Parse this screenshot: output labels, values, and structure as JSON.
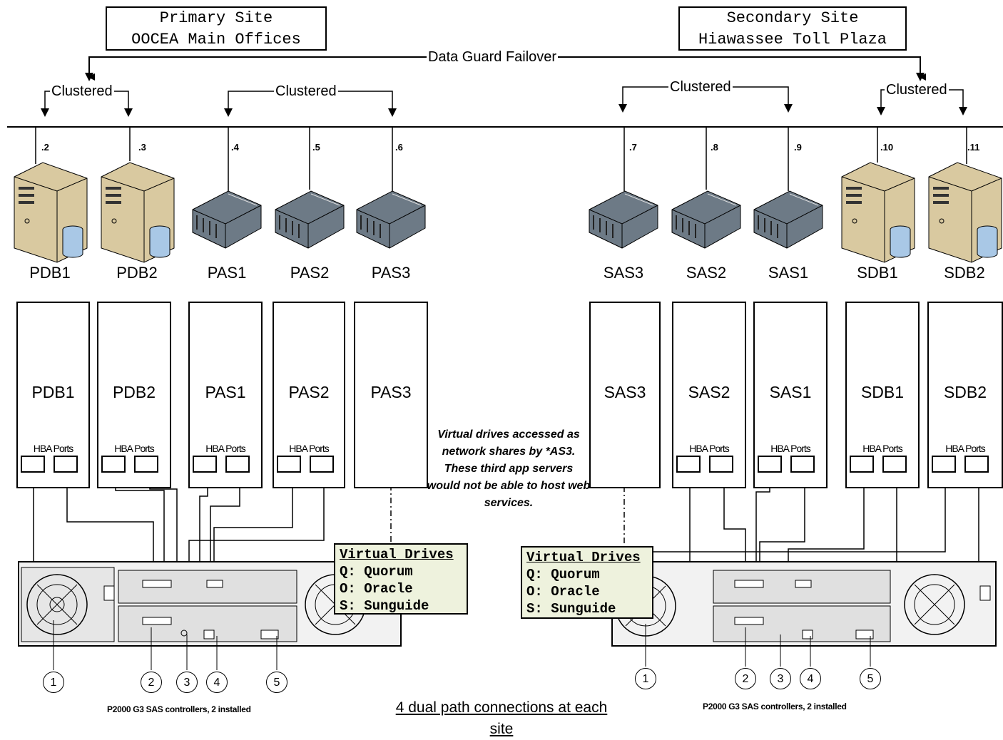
{
  "sites": {
    "primary": {
      "line1": "Primary Site",
      "line2": "OOCEA Main Offices"
    },
    "secondary": {
      "line1": "Secondary Site",
      "line2": "Hiawassee Toll Plaza"
    }
  },
  "labels": {
    "failover": "Data Guard Failover",
    "clustered": "Clustered"
  },
  "servers": [
    {
      "name": "PDB1",
      "ip": ".2",
      "kind": "tower"
    },
    {
      "name": "PDB2",
      "ip": ".3",
      "kind": "tower"
    },
    {
      "name": "PAS1",
      "ip": ".4",
      "kind": "rack"
    },
    {
      "name": "PAS2",
      "ip": ".5",
      "kind": "rack"
    },
    {
      "name": "PAS3",
      "ip": ".6",
      "kind": "rack"
    },
    {
      "name": "SAS3",
      "ip": ".7",
      "kind": "rack"
    },
    {
      "name": "SAS2",
      "ip": ".8",
      "kind": "rack"
    },
    {
      "name": "SAS1",
      "ip": ".9",
      "kind": "rack"
    },
    {
      "name": "SDB1",
      "ip": ".10",
      "kind": "tower"
    },
    {
      "name": "SDB2",
      "ip": ".11",
      "kind": "tower"
    }
  ],
  "hosts": [
    {
      "name": "PDB1",
      "hba": "HBA Ports"
    },
    {
      "name": "PDB2",
      "hba": "HBA Ports"
    },
    {
      "name": "PAS1",
      "hba": "HBA Ports"
    },
    {
      "name": "PAS2",
      "hba": "HBA Ports"
    },
    {
      "name": "PAS3",
      "hba": ""
    },
    {
      "name": "SAS3",
      "hba": ""
    },
    {
      "name": "SAS2",
      "hba": "HBA Ports"
    },
    {
      "name": "SAS1",
      "hba": "HBA Ports"
    },
    {
      "name": "SDB1",
      "hba": "HBA Ports"
    },
    {
      "name": "SDB2",
      "hba": "HBA Ports"
    }
  ],
  "virtual_drives": {
    "title": "Virtual Drives",
    "items": [
      "Q: Quorum",
      "O: Oracle",
      "S: Sunguide"
    ]
  },
  "note": "Virtual drives accessed as network shares by *AS3.  These third app servers would not be able to host web services.",
  "storage_caption": "P2000 G3 SAS controllers, 2 installed",
  "callouts": [
    "1",
    "2",
    "3",
    "4",
    "5"
  ],
  "summary": "4 dual path connections at each site",
  "colors": {
    "line": "#000000",
    "vd_fill": "#eef2dd",
    "tower": "#d9c9a0",
    "rack": "#6d7a86",
    "disk": "#a9c8e6"
  }
}
